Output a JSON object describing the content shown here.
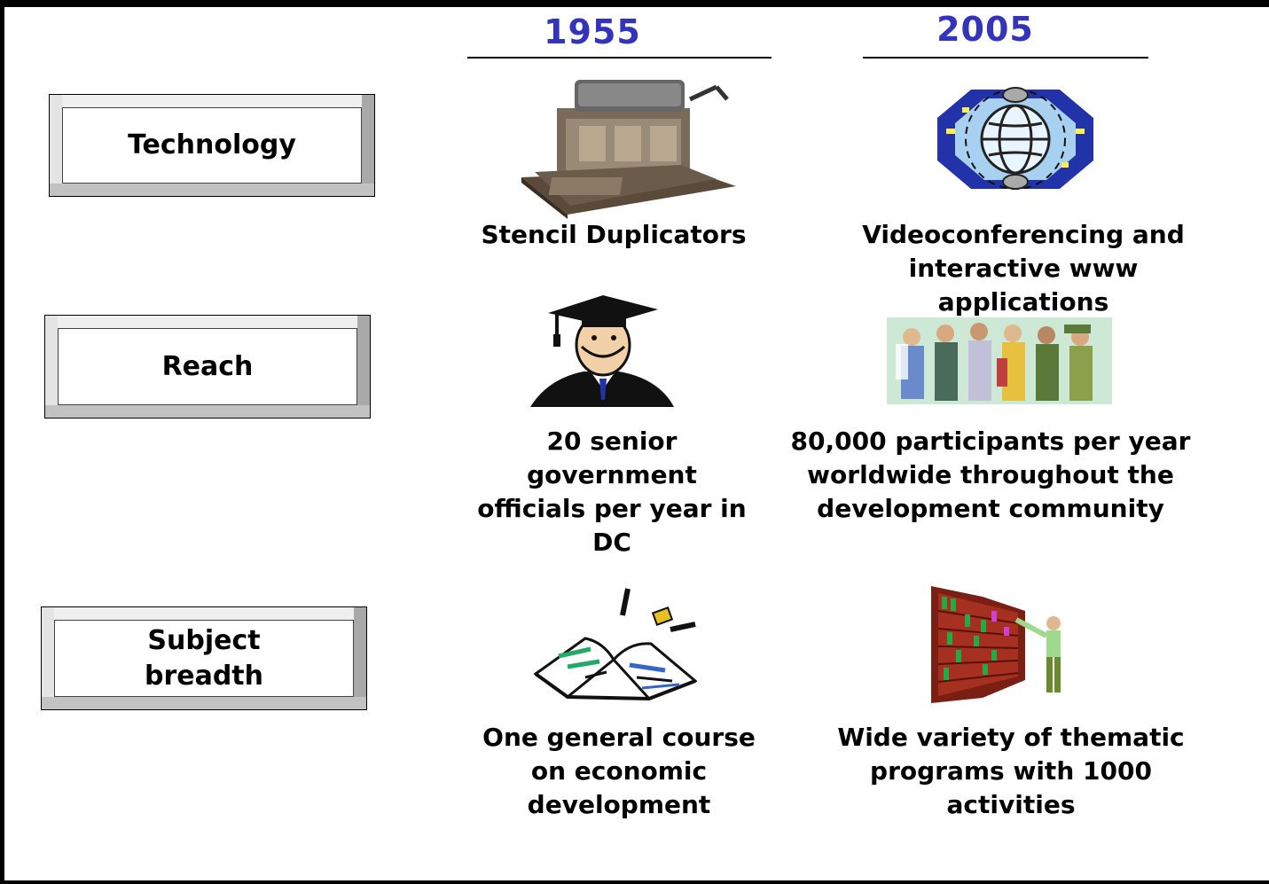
{
  "header": {
    "year_1955": "1955",
    "year_2005": "2005"
  },
  "rows": [
    {
      "label": "Technology",
      "left_caption": "Stencil Duplicators",
      "right_caption": "Videoconferencing and interactive www applications"
    },
    {
      "label": "Reach",
      "left_caption": "20 senior government officials per year in DC",
      "right_caption": "80,000 participants per year worldwide throughout the development community"
    },
    {
      "label_line1": "Subject",
      "label_line2": "breadth",
      "left_caption": "One general course on economic development",
      "right_caption": "Wide variety of thematic programs with 1000 activities"
    }
  ],
  "colors": {
    "year_text": "#3333bb",
    "frame": "#000000",
    "bevel_face": "#d6d6d6"
  },
  "icons": [
    "stencil-duplicator-icon",
    "globe-satellite-icon",
    "graduate-icon",
    "crowd-icon",
    "open-book-icon",
    "bookshelf-person-icon"
  ]
}
